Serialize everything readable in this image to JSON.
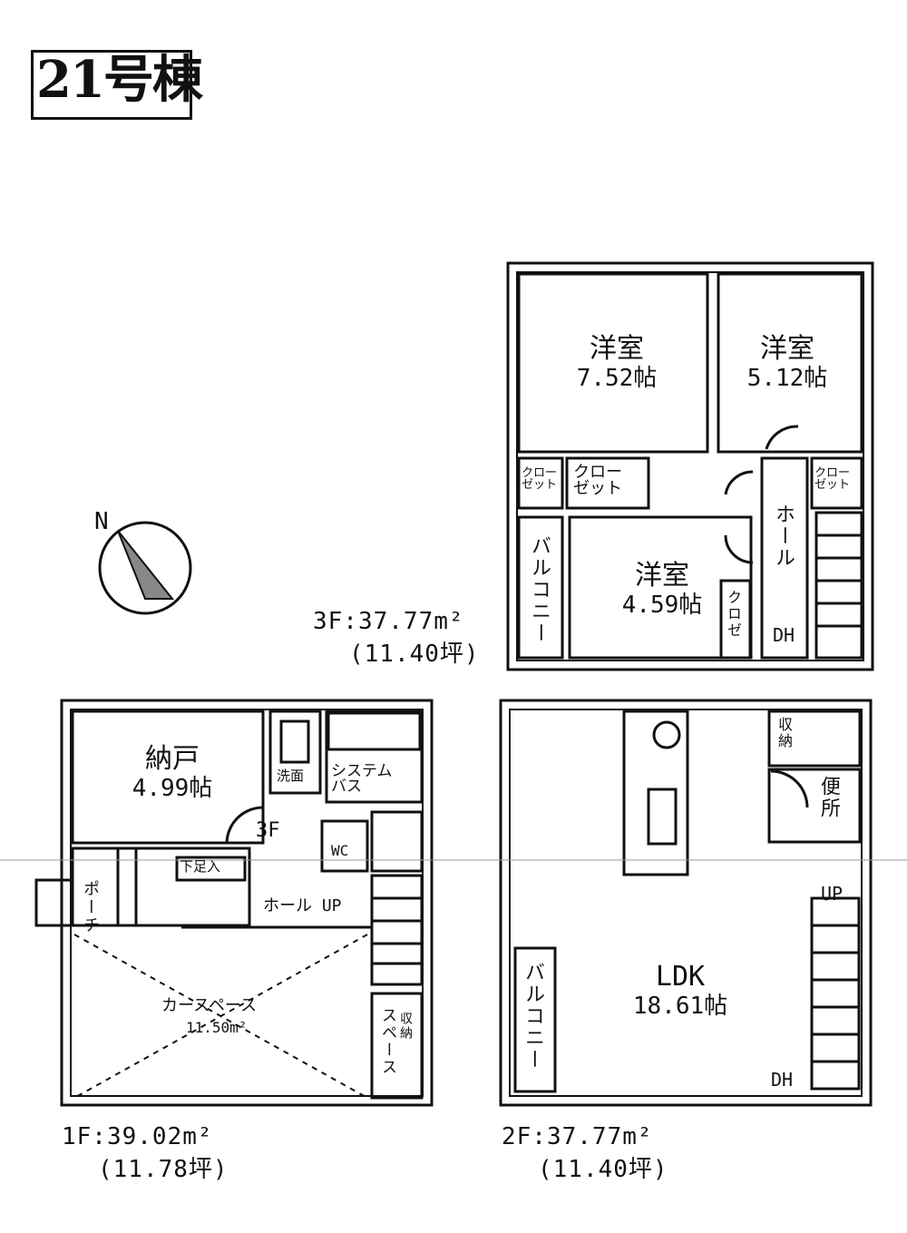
{
  "title": "21号棟",
  "compass": {
    "label": "N"
  },
  "floor3": {
    "area_line": "3F:37.77m²",
    "tsubo_line": "(11.40坪)",
    "rooms": [
      {
        "name": "洋室",
        "area": "7.52帖"
      },
      {
        "name": "洋室",
        "area": "5.12帖"
      },
      {
        "name": "洋室",
        "area": "4.59帖"
      }
    ],
    "closet1": "クロー\nゼット",
    "closet2": "クロー\nゼット",
    "closet3": "クロー\nゼット",
    "hall": "ホール",
    "balcony": "バルコニー",
    "dh": "DH",
    "kura": "クロゼ"
  },
  "floor2": {
    "area_line": "2F:37.77m²",
    "tsubo_line": "(11.40坪)",
    "ldk_name": "LDK",
    "ldk_area": "18.61帖",
    "balcony": "バルコニー",
    "up": "UP",
    "dh": "DH",
    "wc": "便所",
    "storage": "収納"
  },
  "floor1": {
    "area_line": "1F:39.02m²",
    "tsubo_line": "(11.78坪)",
    "room_name": "納戸",
    "room_area": "4.99帖",
    "bath": "システム\nバス",
    "wash": "洗面",
    "wc": "WC",
    "shoes": "下足入",
    "porch": "ポーチ",
    "hall_up": "ホール UP",
    "to3f": "3F",
    "car_space": "カースペース",
    "car_area": "11.50m²",
    "space": "スペース",
    "storage_box": "収納"
  }
}
